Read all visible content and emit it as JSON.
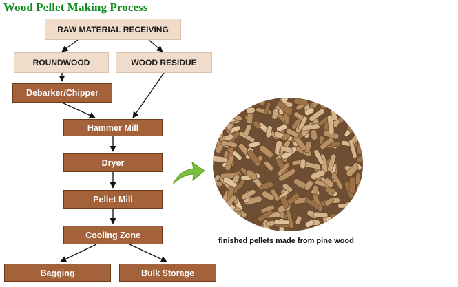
{
  "title": "Wood Pellet Making Process",
  "steps": {
    "raw_material": "RAW MATERIAL RECEIVING",
    "roundwood": "ROUNDWOOD",
    "wood_residue": "WOOD RESIDUE",
    "debarker": "Debarker/Chipper",
    "hammer_mill": "Hammer Mill",
    "dryer": "Dryer",
    "pellet_mill": "Pellet Mill",
    "cooling_zone": "Cooling Zone",
    "bagging": "Bagging",
    "bulk_storage": "Bulk Storage"
  },
  "photo_caption": "finished pellets made from pine wood",
  "colors": {
    "title_green": "#0d8a1c",
    "beige_box": "#f0dccb",
    "brown_box": "#a4623a",
    "accent_arrow_green": "#7cbf3c"
  }
}
